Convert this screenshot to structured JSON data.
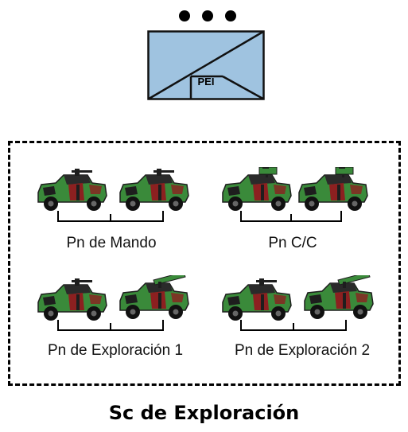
{
  "unit_symbol": {
    "echelon_dots": 3,
    "label": "PEI",
    "fill": "#9fc3e0"
  },
  "platoons": [
    {
      "label": "Pn de Mando",
      "vehicle_type": "jeep-mg"
    },
    {
      "label": "Pn C/C",
      "vehicle_type": "jeep-atgm"
    },
    {
      "label": "Pn de Exploración 1",
      "vehicle_type": "jeep-mg-and-jeep-launcher"
    },
    {
      "label": "Pn de Exploración 2",
      "vehicle_type": "jeep-mg-and-jeep-launcher"
    }
  ],
  "caption": "Sc de Exploración",
  "colors": {
    "camo_green": "#3a8a3a",
    "camo_red": "#8c2020",
    "camo_dark": "#1e1e1e"
  }
}
